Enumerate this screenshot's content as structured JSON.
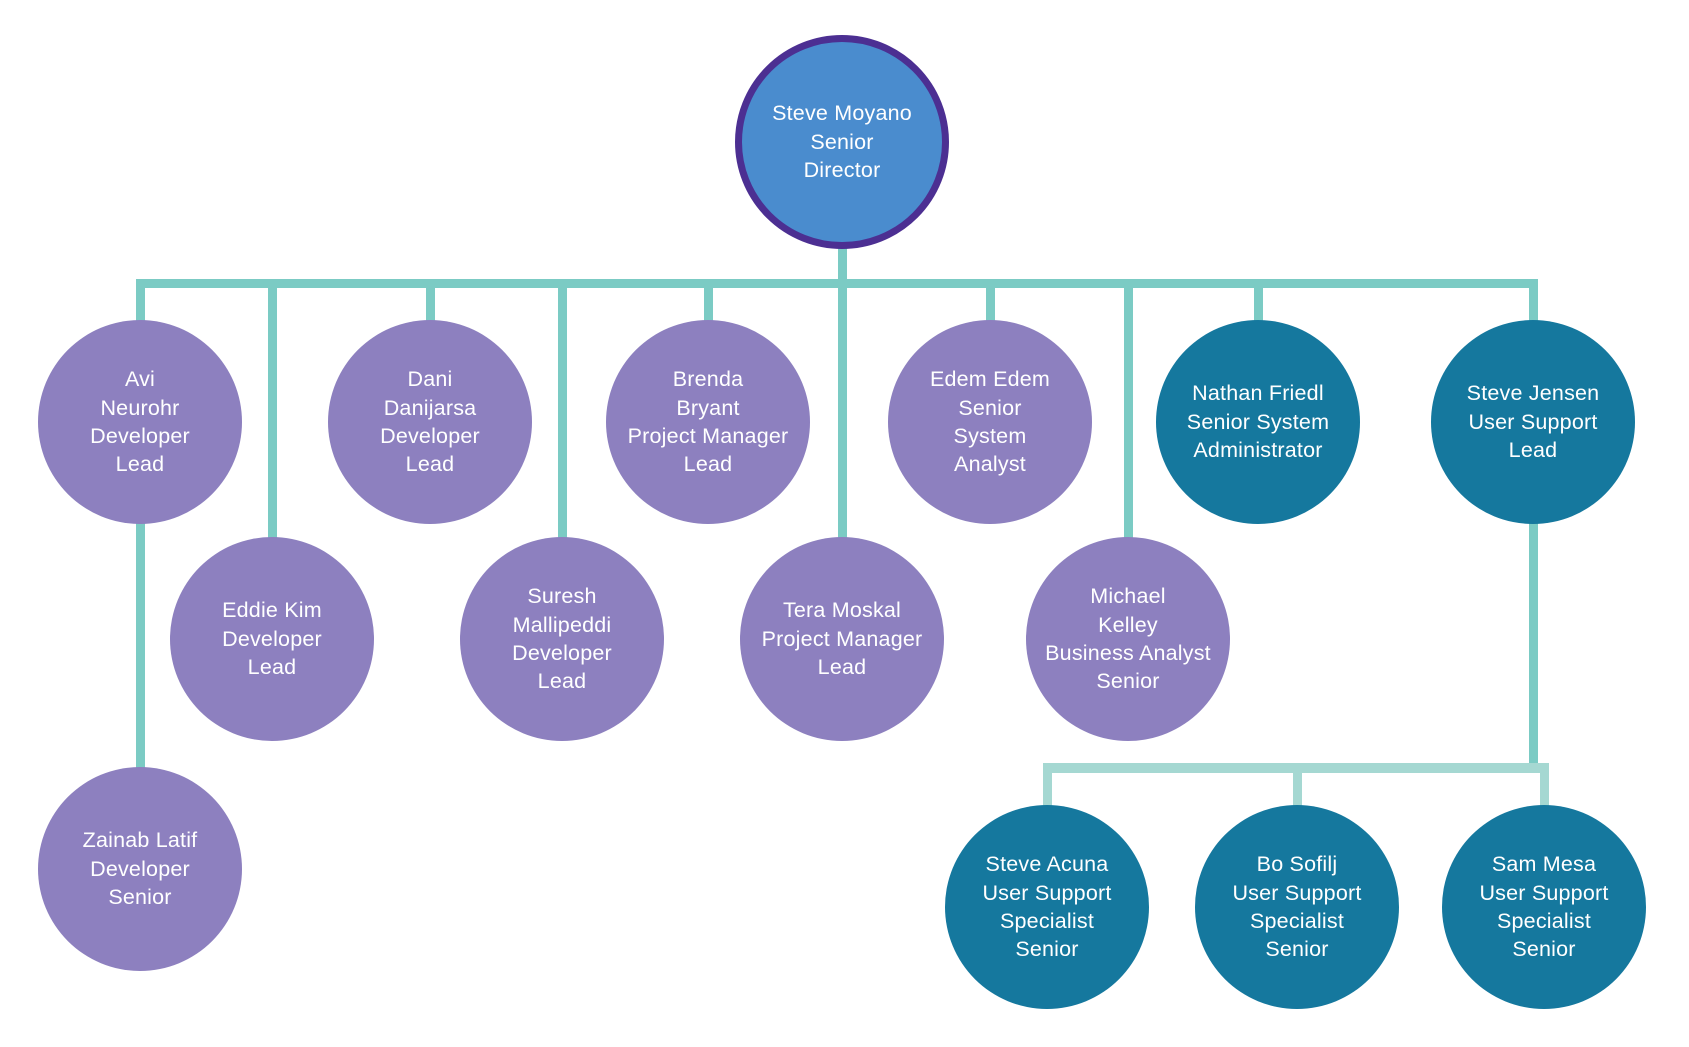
{
  "colors": {
    "purple_node": "#8D80BF",
    "teal_node": "#15789E",
    "director_fill": "#4A8CCE",
    "director_border": "#4C2F92",
    "connector": "#7BCBC4",
    "connector_light": "#A5D8D2",
    "label_text": "#FFFFFF"
  },
  "nodes": {
    "steve_moyano": {
      "label": "Steve Moyano\nSenior\nDirector",
      "type": "director"
    },
    "avi_neurohr": {
      "label": "Avi\nNeurohr\nDeveloper\nLead",
      "type": "purple"
    },
    "dani_danijarsa": {
      "label": "Dani\nDanijarsa\nDeveloper\nLead",
      "type": "purple"
    },
    "brenda_bryant": {
      "label": "Brenda\nBryant\nProject Manager\nLead",
      "type": "purple"
    },
    "edem_edem": {
      "label": "Edem Edem\nSenior\nSystem\nAnalyst",
      "type": "purple"
    },
    "nathan_friedl": {
      "label": "Nathan Friedl\nSenior System\nAdministrator",
      "type": "teal"
    },
    "steve_jensen": {
      "label": "Steve Jensen\nUser Support\nLead",
      "type": "teal"
    },
    "eddie_kim": {
      "label": "Eddie Kim\nDeveloper\nLead",
      "type": "purple"
    },
    "suresh_mallipeddi": {
      "label": "Suresh\nMallipeddi\nDeveloper\nLead",
      "type": "purple"
    },
    "tera_moskal": {
      "label": "Tera Moskal\nProject Manager\nLead",
      "type": "purple"
    },
    "michael_kelley": {
      "label": "Michael\nKelley\nBusiness Analyst\nSenior",
      "type": "purple"
    },
    "zainab_latif": {
      "label": "Zainab Latif\nDeveloper\nSenior",
      "type": "purple"
    },
    "steve_acuna": {
      "label": "Steve Acuna\nUser Support\nSpecialist\nSenior",
      "type": "teal"
    },
    "bo_sofilj": {
      "label": "Bo Sofilj\nUser Support\nSpecialist\nSenior",
      "type": "teal"
    },
    "sam_mesa": {
      "label": "Sam Mesa\nUser Support\nSpecialist\nSenior",
      "type": "teal"
    }
  },
  "edges": [
    [
      "steve_moyano",
      "avi_neurohr"
    ],
    [
      "steve_moyano",
      "dani_danijarsa"
    ],
    [
      "steve_moyano",
      "brenda_bryant"
    ],
    [
      "steve_moyano",
      "edem_edem"
    ],
    [
      "steve_moyano",
      "nathan_friedl"
    ],
    [
      "steve_moyano",
      "steve_jensen"
    ],
    [
      "steve_moyano",
      "eddie_kim"
    ],
    [
      "steve_moyano",
      "suresh_mallipeddi"
    ],
    [
      "steve_moyano",
      "tera_moskal"
    ],
    [
      "steve_moyano",
      "michael_kelley"
    ],
    [
      "avi_neurohr",
      "zainab_latif"
    ],
    [
      "steve_jensen",
      "steve_acuna"
    ],
    [
      "steve_jensen",
      "bo_sofilj"
    ],
    [
      "steve_jensen",
      "sam_mesa"
    ]
  ]
}
